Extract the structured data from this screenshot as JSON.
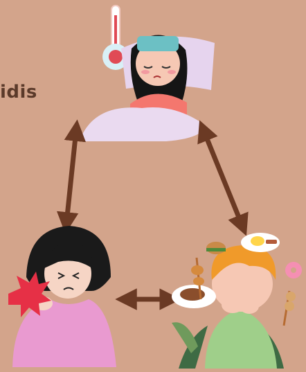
{
  "caption_fragment": "idis",
  "colors": {
    "background": "#d3a48b",
    "arrow": "#6b3a24",
    "text": "#5b3a2a"
  },
  "illustrations": [
    "sick-girl-in-bed",
    "thermometer",
    "woman-shoulder-pain",
    "boy-nauseous-with-food"
  ]
}
